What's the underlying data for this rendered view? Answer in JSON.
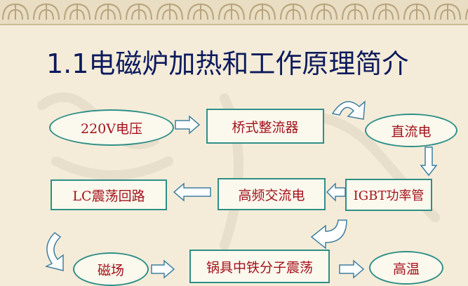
{
  "title": "1.1电磁炉加热和工作原理简介",
  "nodes": {
    "voltage": "220V电压",
    "rectifier": "桥式整流器",
    "dc": "直流电",
    "igbt": "IGBT功率管",
    "hf_ac": "高频交流电",
    "lc": "LC震荡回路",
    "magnetic": "磁场",
    "pot_molecules": "锅具中铁分子震荡",
    "heat": "高温"
  },
  "colors": {
    "title": "#0d1a5c",
    "node_text": "#a3121a",
    "node_border": "#2f8f86",
    "arrow_fill": "#ffffff",
    "arrow_stroke": "#3f7fa0"
  }
}
